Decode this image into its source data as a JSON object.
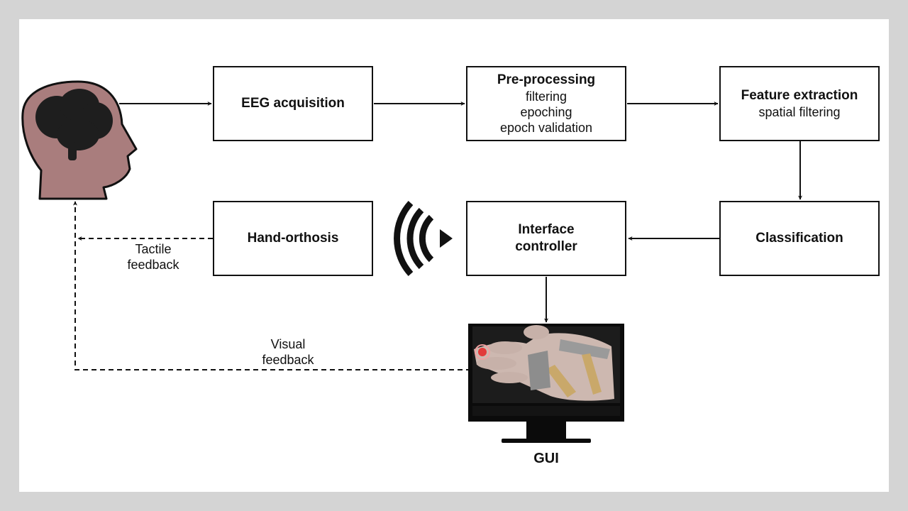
{
  "boxes": {
    "eeg": {
      "title": "EEG acquisition"
    },
    "pre": {
      "title": "Pre-processing",
      "lines": [
        "filtering",
        "epoching",
        "epoch validation"
      ]
    },
    "feat": {
      "title": "Feature extraction",
      "lines": [
        "spatial filtering"
      ]
    },
    "cls": {
      "title": "Classification"
    },
    "iface": {
      "title": "Interface",
      "title2": "controller"
    },
    "hand": {
      "title": "Hand-orthosis"
    }
  },
  "labels": {
    "tactile": [
      "Tactile",
      "feedback"
    ],
    "visual": [
      "Visual",
      "feedback"
    ],
    "gui": "GUI"
  },
  "colors": {
    "head": "#a97d7d",
    "brain": "#1e1e1e",
    "line": "#111111",
    "background": "#d4d4d4"
  }
}
